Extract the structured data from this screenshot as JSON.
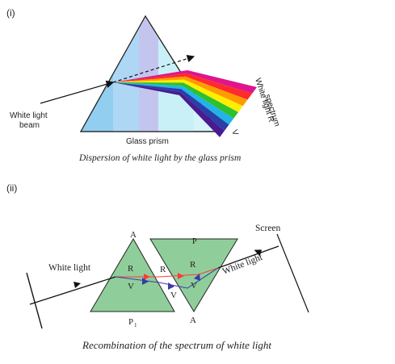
{
  "part1": {
    "marker": "(i)",
    "white_light_beam_line1": "White light",
    "white_light_beam_line2": "beam",
    "prism_label": "Glass prism",
    "spectrum_v": "V",
    "spectrum_white_light_r": "White light R",
    "spectrum_word": "spectrum",
    "caption": "Dispersion of white light by the glass prism",
    "spectrum_colors": [
      "#e0148c",
      "#ff2a2a",
      "#ff9a00",
      "#ffee00",
      "#2ec02e",
      "#22b4e8",
      "#2a3fa8",
      "#4a1a90"
    ]
  },
  "part2": {
    "marker": "(ii)",
    "screen_label": "Screen",
    "white_light_in": "White light",
    "white_light_out": "White light",
    "p1_apex": "A",
    "p1_base": "P",
    "p1_base_sub": "1",
    "p2_top": "P",
    "p2_apex": "A",
    "r1": "R",
    "v1": "V",
    "r2": "R",
    "v2": "V",
    "r3": "R",
    "v3": "V",
    "caption": "Recombination of the spectrum of white light",
    "prism_fill": "#8fce9a",
    "red_ray": "#ff3a3a",
    "violet_ray": "#3a3aa8"
  }
}
